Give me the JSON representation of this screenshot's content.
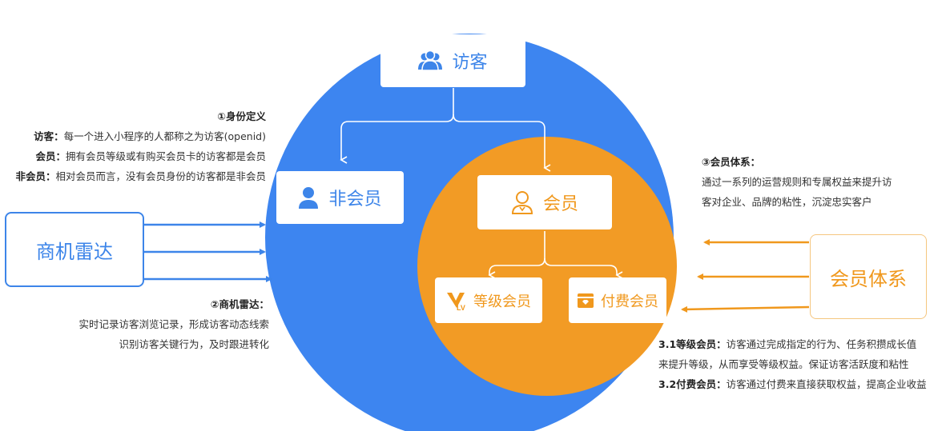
{
  "nodes": {
    "visitor": "访客",
    "non_member": "非会员",
    "member": "会员",
    "level_member": "等级会员",
    "paid_member": "付费会员",
    "radar": "商机雷达",
    "member_system": "会员体系"
  },
  "notes": {
    "identity": {
      "title": "①身份定义",
      "lines": [
        {
          "term": "访客：",
          "text": "每一个进入小程序的人都称之为访客(openid)"
        },
        {
          "term": "会员：",
          "text": "拥有会员等级或有购买会员卡的访客都是会员"
        },
        {
          "term": "非会员：",
          "text": "相对会员而言，没有会员身份的访客都是非会员"
        }
      ]
    },
    "radar": {
      "title": "②商机雷达：",
      "lines": [
        "实时记录访客浏览记录，形成访客动态线索",
        "识别访客关键行为，及时跟进转化"
      ]
    },
    "system": {
      "title": "③会员体系：",
      "lines": [
        "通过一系列的运营规则和专属权益来提升访",
        "客对企业、品牌的粘性，沉淀忠实客户"
      ]
    },
    "levels": [
      {
        "term": "3.1等级会员：",
        "lines": [
          "访客通过完成指定的行为、任务积攒成长值",
          "来提升等级，从而享受等级权益。保证访客活跃度和粘性"
        ]
      },
      {
        "term": "3.2付费会员：",
        "lines": [
          "访客通过付费来直接获取权益，提高企业收益"
        ]
      }
    ]
  },
  "colors": {
    "blue": "#3d85e9",
    "orange": "#f0981d",
    "circle_blue": "#3d85f0",
    "circle_orange": "#f29b25"
  },
  "icons": {
    "visitor": "group-icon",
    "non_member": "person-icon",
    "member": "member-icon",
    "level_member": "lv-badge-icon",
    "paid_member": "card-icon"
  }
}
